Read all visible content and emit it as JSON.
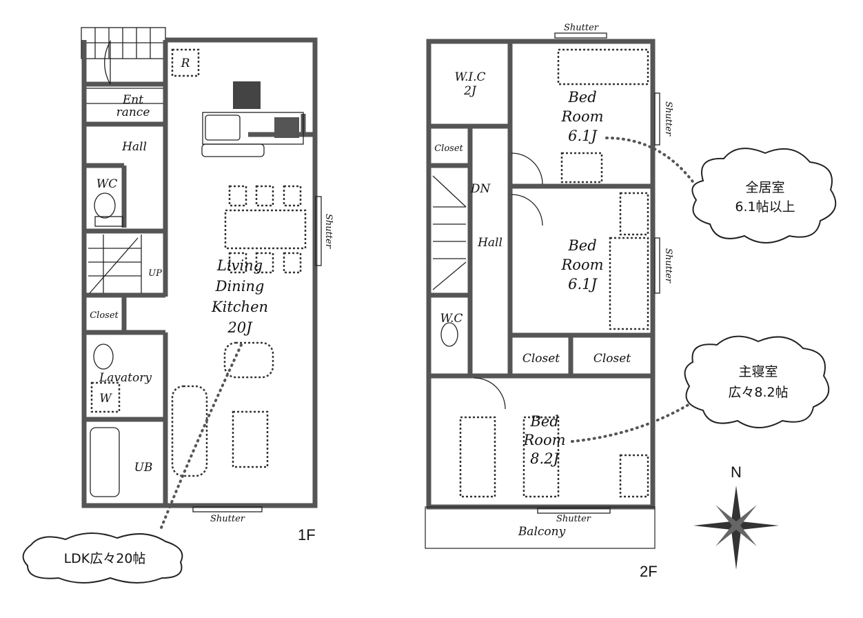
{
  "floor1": {
    "label": "1F",
    "rooms": {
      "entrance": [
        "Ent",
        "rance"
      ],
      "hall": "Hall",
      "wc": "WC",
      "up": "UP",
      "closet": "Closet",
      "lavatory": "Lavatory",
      "washer": "W",
      "ub": "UB",
      "refrigerator": "R",
      "ldk": [
        "Living",
        "Dining",
        "Kitchen",
        "20J"
      ]
    },
    "shutters": [
      "Shutter",
      "Shutter"
    ]
  },
  "floor2": {
    "label": "2F",
    "rooms": {
      "wic": [
        "W.I.C",
        "2J"
      ],
      "closet_small": "Closet",
      "dn": "DN",
      "hall": "Hall",
      "wc": "W.C",
      "bedroom1": [
        "Bed",
        "Room",
        "6.1J"
      ],
      "bedroom2": [
        "Bed",
        "Room",
        "6.1J"
      ],
      "closet_a": "Closet",
      "closet_b": "Closet",
      "bedroom3": [
        "Bed",
        "Room",
        "8.2J"
      ],
      "balcony": "Balcony"
    },
    "shutters": [
      "Shutter",
      "Shutter",
      "Shutter",
      "Shutter"
    ]
  },
  "callouts": {
    "all_rooms": [
      "全居室",
      "6.1帖以上"
    ],
    "master": [
      "主寝室",
      "広々8.2帖"
    ],
    "ldk": "LDK広々20帖"
  },
  "compass": {
    "north": "N"
  }
}
